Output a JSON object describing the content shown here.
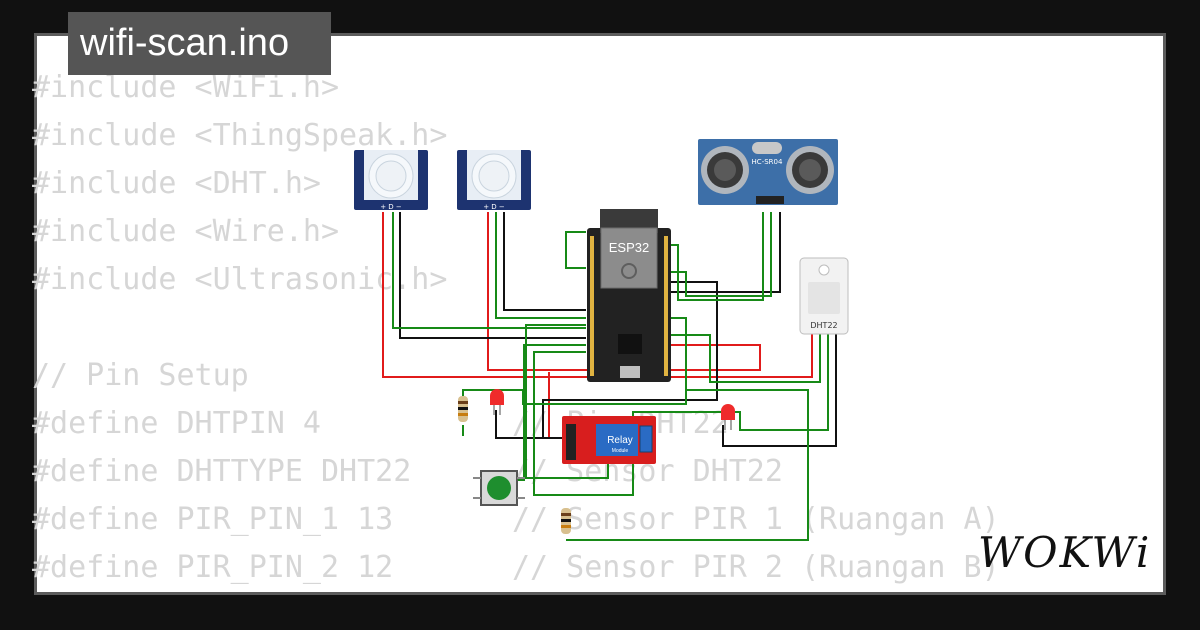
{
  "tab": {
    "filename": "wifi-scan.ino"
  },
  "code": {
    "lines": [
      {
        "code": "#include <WiFi.h>",
        "comment": ""
      },
      {
        "code": "#include <ThingSpeak.h>",
        "comment": ""
      },
      {
        "code": "#include <DHT.h>",
        "comment": ""
      },
      {
        "code": "#include <Wire.h>",
        "comment": ""
      },
      {
        "code": "#include <Ultrasonic.h>",
        "comment": ""
      },
      {
        "code": "",
        "comment": ""
      },
      {
        "code": "// Pin Setup",
        "comment": ""
      },
      {
        "code": "#define DHTPIN 4",
        "comment": "// Pin DHT22"
      },
      {
        "code": "#define DHTTYPE DHT22",
        "comment": "// Sensor DHT22"
      },
      {
        "code": "#define PIR_PIN_1 13",
        "comment": "// Sensor PIR 1 (Ruangan A)"
      },
      {
        "code": "#define PIR_PIN_2 12",
        "comment": "// Sensor PIR 2 (Ruangan B)"
      }
    ]
  },
  "parts": {
    "esp32": "ESP32",
    "ultrasonic": "HC-SR04",
    "dht": "DHT22",
    "relay": "Relay",
    "relay_sub": "Module",
    "pir_pins": "+ D −"
  },
  "brand": {
    "logo": "WOKWi"
  },
  "colors": {
    "background": "#111111",
    "card": "#ffffff",
    "tab": "#555555",
    "code_text": "#d6d6d6",
    "wire_red": "#e11b1b",
    "wire_black": "#111111",
    "wire_green": "#178a17",
    "pir_blue": "#1d3370",
    "relay_red": "#d81e1e",
    "relay_blue": "#2a6bc4",
    "ultrasonic_blue": "#3d6fa8",
    "led_red": "#ef2b2b",
    "button_green": "#1e8e2e"
  }
}
